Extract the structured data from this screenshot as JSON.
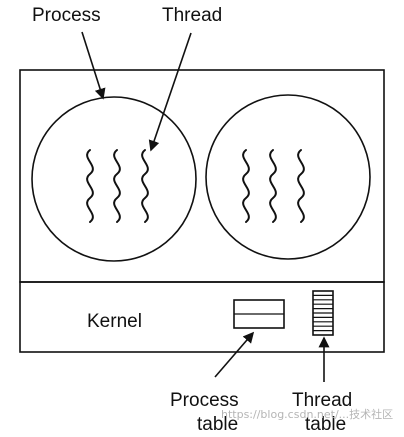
{
  "labels": {
    "process": "Process",
    "thread": "Thread",
    "kernel": "Kernel",
    "process_table_line1": "Process",
    "process_table_line2": "table",
    "thread_table_line1": "Thread",
    "thread_table_line2": "table"
  },
  "watermark": "https://blog.csdn.net/...技术社区",
  "processes": [
    {
      "thread_count": 3
    },
    {
      "thread_count": 3
    }
  ],
  "process_table_rows": 2,
  "thread_table_rows": 10,
  "colors": {
    "stroke": "#111111",
    "background": "#ffffff",
    "watermark": "#b5b5b5"
  }
}
